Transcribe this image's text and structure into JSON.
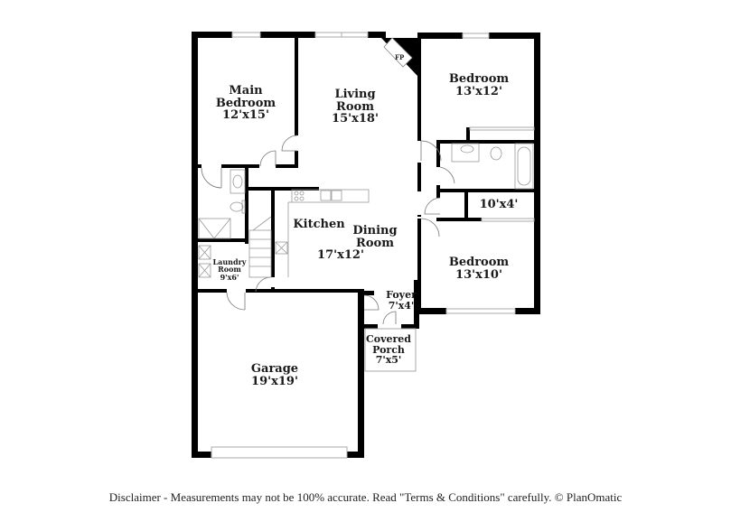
{
  "floor_plan": {
    "rooms": [
      {
        "id": "main-bedroom",
        "name": "Main\nBedroom",
        "line1": "Main",
        "line2": "Bedroom",
        "dims": "12'x15'"
      },
      {
        "id": "living-room",
        "line1": "Living",
        "line2": "Room",
        "dims": "15'x18'"
      },
      {
        "id": "bedroom-1",
        "line1": "Bedroom",
        "dims": "13'x12'"
      },
      {
        "id": "closet",
        "dims": "10'x4'"
      },
      {
        "id": "kitchen",
        "line1": "Kitchen"
      },
      {
        "id": "dining-room",
        "line1": "Dining",
        "line2": "Room",
        "dims": "17'x12'"
      },
      {
        "id": "bedroom-2",
        "line1": "Bedroom",
        "dims": "13'x10'"
      },
      {
        "id": "laundry-room",
        "line1": "Laundry",
        "line2": "Room",
        "dims": "9'x6'"
      },
      {
        "id": "foyer",
        "line1": "Foyer",
        "dims": "7'x4'"
      },
      {
        "id": "covered-porch",
        "line1": "Covered",
        "line2": "Porch",
        "dims": "7'x5'"
      },
      {
        "id": "garage",
        "line1": "Garage",
        "dims": "19'x19'"
      }
    ],
    "fireplace_label": "FP"
  },
  "colors": {
    "wall": "#000000",
    "window": "#bdbdbd",
    "fixture": "#9a9a9a",
    "background": "#ffffff"
  },
  "footer": {
    "disclaimer": "Disclaimer - Measurements may not be 100% accurate. Read \"Terms & Conditions\" carefully. © PlanOmatic"
  }
}
